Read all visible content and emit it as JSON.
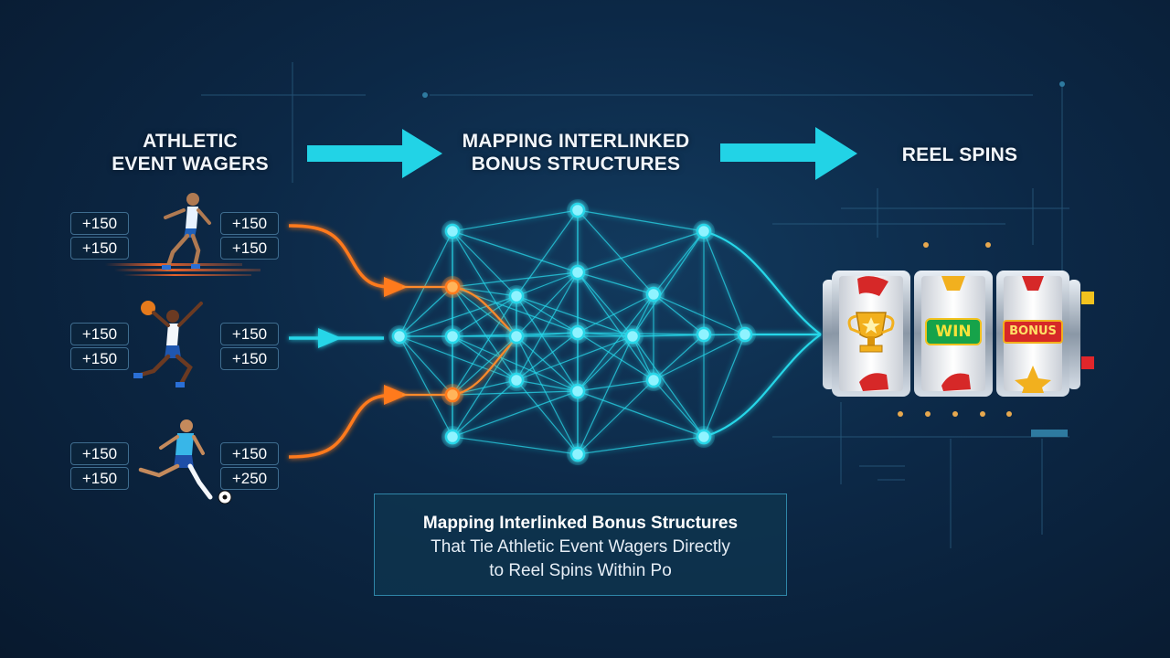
{
  "headings": {
    "wagers": [
      "ATHLETIC",
      "EVENT WAGERS"
    ],
    "mapping": [
      "MAPPING INTERLINKED",
      "BONUS STRUCTURES"
    ],
    "reels": [
      "REEL SPINS"
    ]
  },
  "wager_groups": [
    {
      "sport": "running",
      "left_odds": [
        "+150",
        "+150"
      ],
      "right_odds": [
        "+150",
        "+150"
      ]
    },
    {
      "sport": "basketball",
      "left_odds": [
        "+150",
        "+150"
      ],
      "right_odds": [
        "+150",
        "+150"
      ]
    },
    {
      "sport": "soccer",
      "left_odds": [
        "+150",
        "+150"
      ],
      "right_odds": [
        "+150",
        "+250"
      ]
    }
  ],
  "slot_machine": {
    "symbols": [
      "trophy-icon",
      "win-icon",
      "bonus-icon"
    ],
    "win_label": "WIN",
    "bonus_label": "BONUS"
  },
  "caption": {
    "title": "Mapping Interlinked Bonus Structures",
    "line1": "That Tie Athletic Event Wagers Directly",
    "line2": "to Reel Spins Within Po"
  },
  "colors": {
    "network": "#27d6e8",
    "orange": "#ff7a1f",
    "arrow": "#22d3e6",
    "reel_red": "#d62828",
    "reel_gold": "#f2b01e"
  }
}
